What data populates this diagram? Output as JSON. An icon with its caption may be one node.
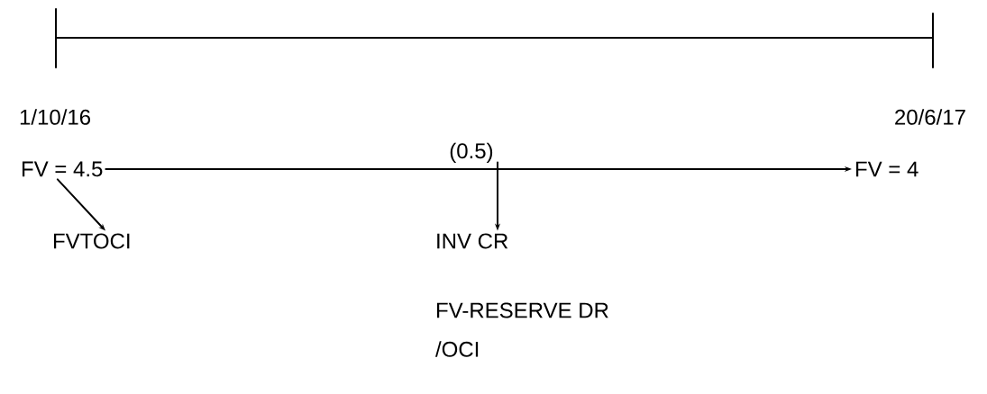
{
  "diagram": {
    "nodes": [
      {
        "text": [
          "FV = 4.5"
        ]
      },
      {
        "text": [
          "FV = 4"
        ]
      },
      {
        "text": [
          "FVTOCI"
        ]
      },
      {
        "text": [
          "INV CR"
        ]
      }
    ],
    "edges": [
      {
        "from": 0,
        "to": 1,
        "arrow": "to",
        "label": "(0.5)"
      },
      {
        "from": 0,
        "to": 2,
        "arrow": "to"
      },
      {
        "from": null,
        "to": 3,
        "arrow": "to"
      }
    ],
    "labels": [
      "1/10/16",
      "20/6/17",
      "FV-RESERVE DR",
      "/OCI"
    ]
  }
}
